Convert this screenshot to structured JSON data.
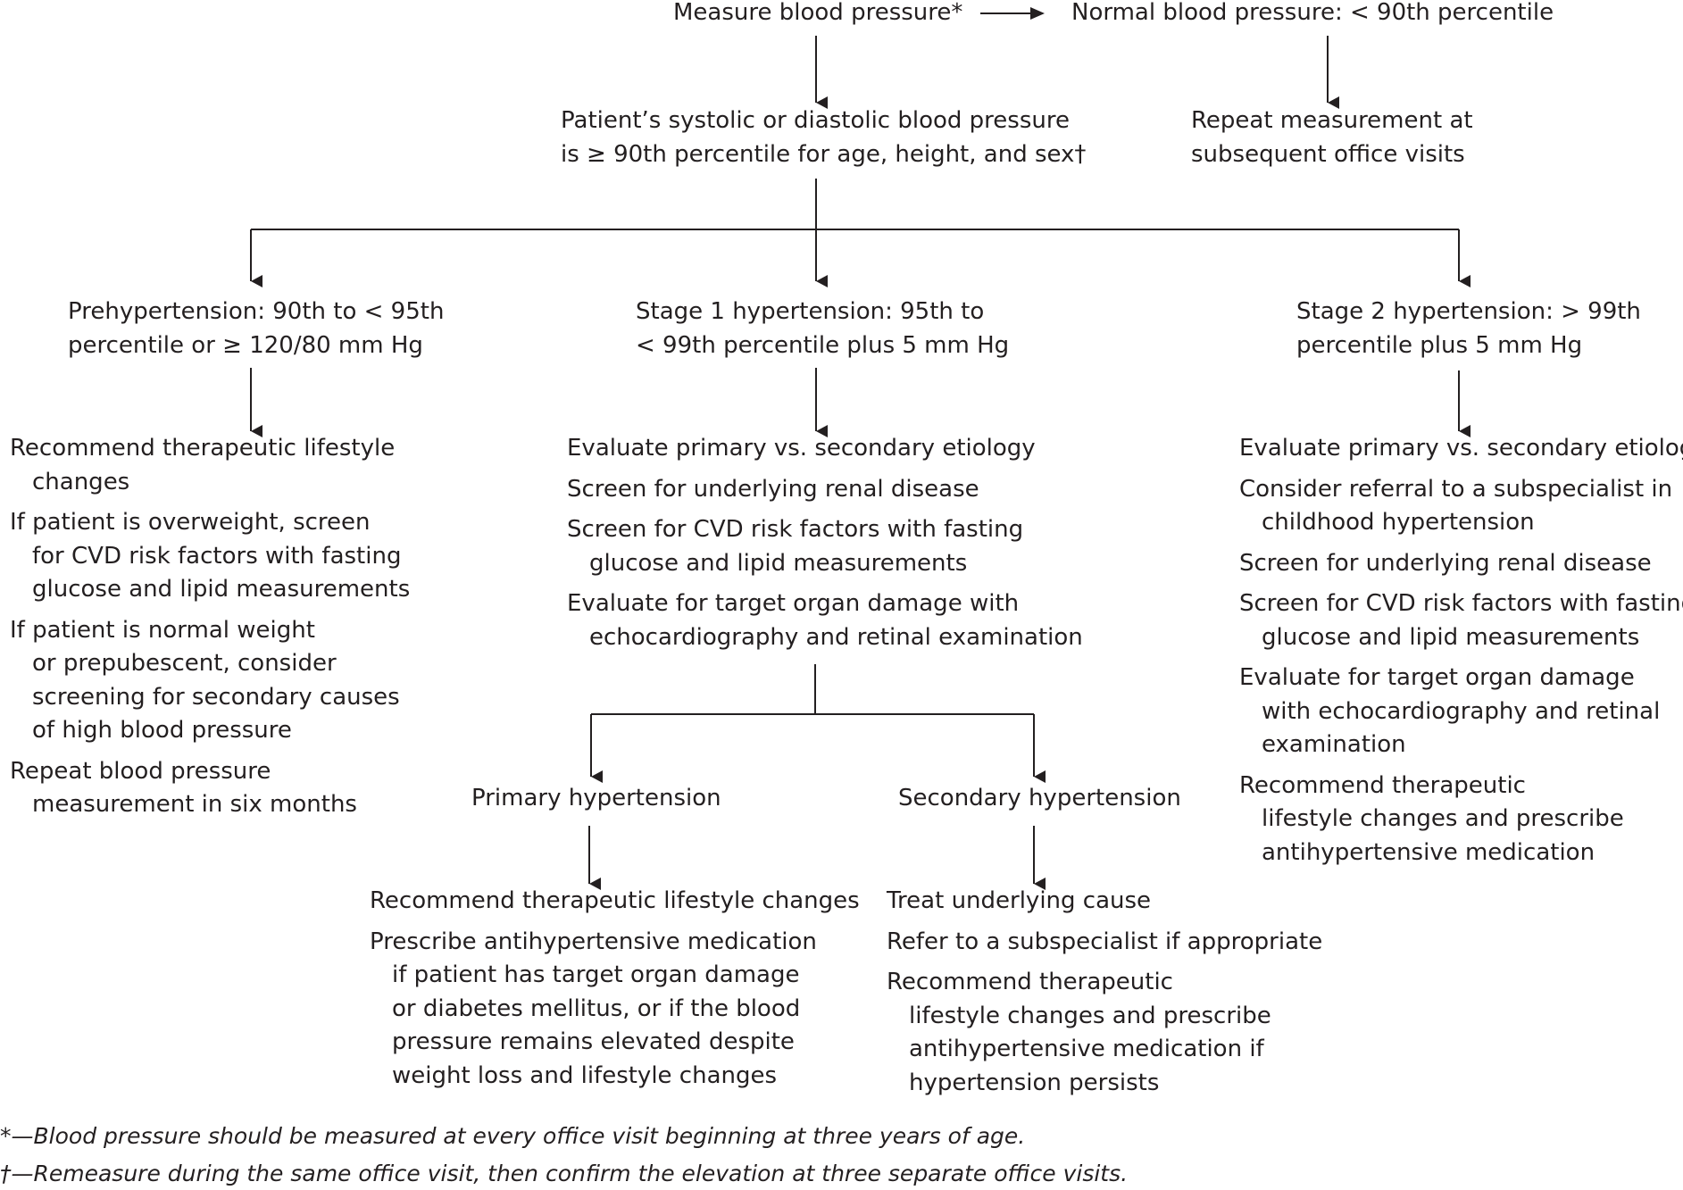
{
  "top": {
    "measure": "Measure blood pressure*",
    "normal": "Normal blood pressure: < 90th percentile",
    "elevated": [
      "Patient’s systolic or diastolic blood pressure",
      "is ≥ 90th percentile for age, height, and sex†"
    ],
    "repeat": [
      "Repeat measurement at",
      "subsequent office visits"
    ]
  },
  "prehypertension": {
    "title": [
      "Prehypertension: 90th to < 95th",
      "percentile or ≥ 120/80 mm Hg"
    ],
    "items": [
      [
        "Recommend therapeutic lifestyle",
        "changes"
      ],
      [
        "If patient is overweight, screen",
        "for CVD risk factors with fasting",
        "glucose and lipid measurements"
      ],
      [
        "If patient is normal weight",
        "or prepubescent, consider",
        "screening for secondary causes",
        "of high blood pressure"
      ],
      [
        "Repeat blood pressure",
        "measurement in six months"
      ]
    ]
  },
  "stage1": {
    "title": [
      "Stage 1 hypertension: 95th to",
      "< 99th percentile plus 5 mm Hg"
    ],
    "items": [
      [
        "Evaluate primary vs. secondary etiology"
      ],
      [
        "Screen for underlying renal disease"
      ],
      [
        "Screen for CVD risk factors with fasting",
        "glucose and lipid measurements"
      ],
      [
        "Evaluate for target organ damage with",
        "echocardiography and retinal examination"
      ]
    ]
  },
  "stage2": {
    "title": [
      "Stage 2 hypertension: > 99th",
      "percentile plus 5 mm Hg"
    ],
    "items": [
      [
        "Evaluate primary vs. secondary etiology"
      ],
      [
        "Consider referral to a subspecialist in",
        "childhood hypertension"
      ],
      [
        "Screen for underlying renal disease"
      ],
      [
        "Screen for CVD risk factors with fasting",
        "glucose and lipid measurements"
      ],
      [
        "Evaluate for target organ damage",
        "with echocardiography and retinal",
        "examination"
      ],
      [
        "Recommend therapeutic",
        "lifestyle changes and prescribe",
        "antihypertensive medication"
      ]
    ]
  },
  "primary": {
    "title": "Primary hypertension",
    "items": [
      [
        "Recommend therapeutic lifestyle changes"
      ],
      [
        "Prescribe antihypertensive medication",
        "if patient has target organ damage",
        "or diabetes mellitus, or if the blood",
        "pressure remains elevated despite",
        "weight loss and lifestyle changes"
      ]
    ]
  },
  "secondary": {
    "title": "Secondary hypertension",
    "items": [
      [
        "Treat underlying cause"
      ],
      [
        "Refer to a subspecialist if appropriate"
      ],
      [
        "Recommend therapeutic",
        "lifestyle changes and prescribe",
        "antihypertensive medication if",
        "hypertension persists"
      ]
    ]
  },
  "footnotes": [
    "*—Blood pressure should be measured at every office visit beginning at three years of age.",
    "†—Remeasure during the same office visit, then confirm the elevation at three separate office visits."
  ],
  "colors": {
    "text": "#231f20",
    "line": "#231f20"
  }
}
